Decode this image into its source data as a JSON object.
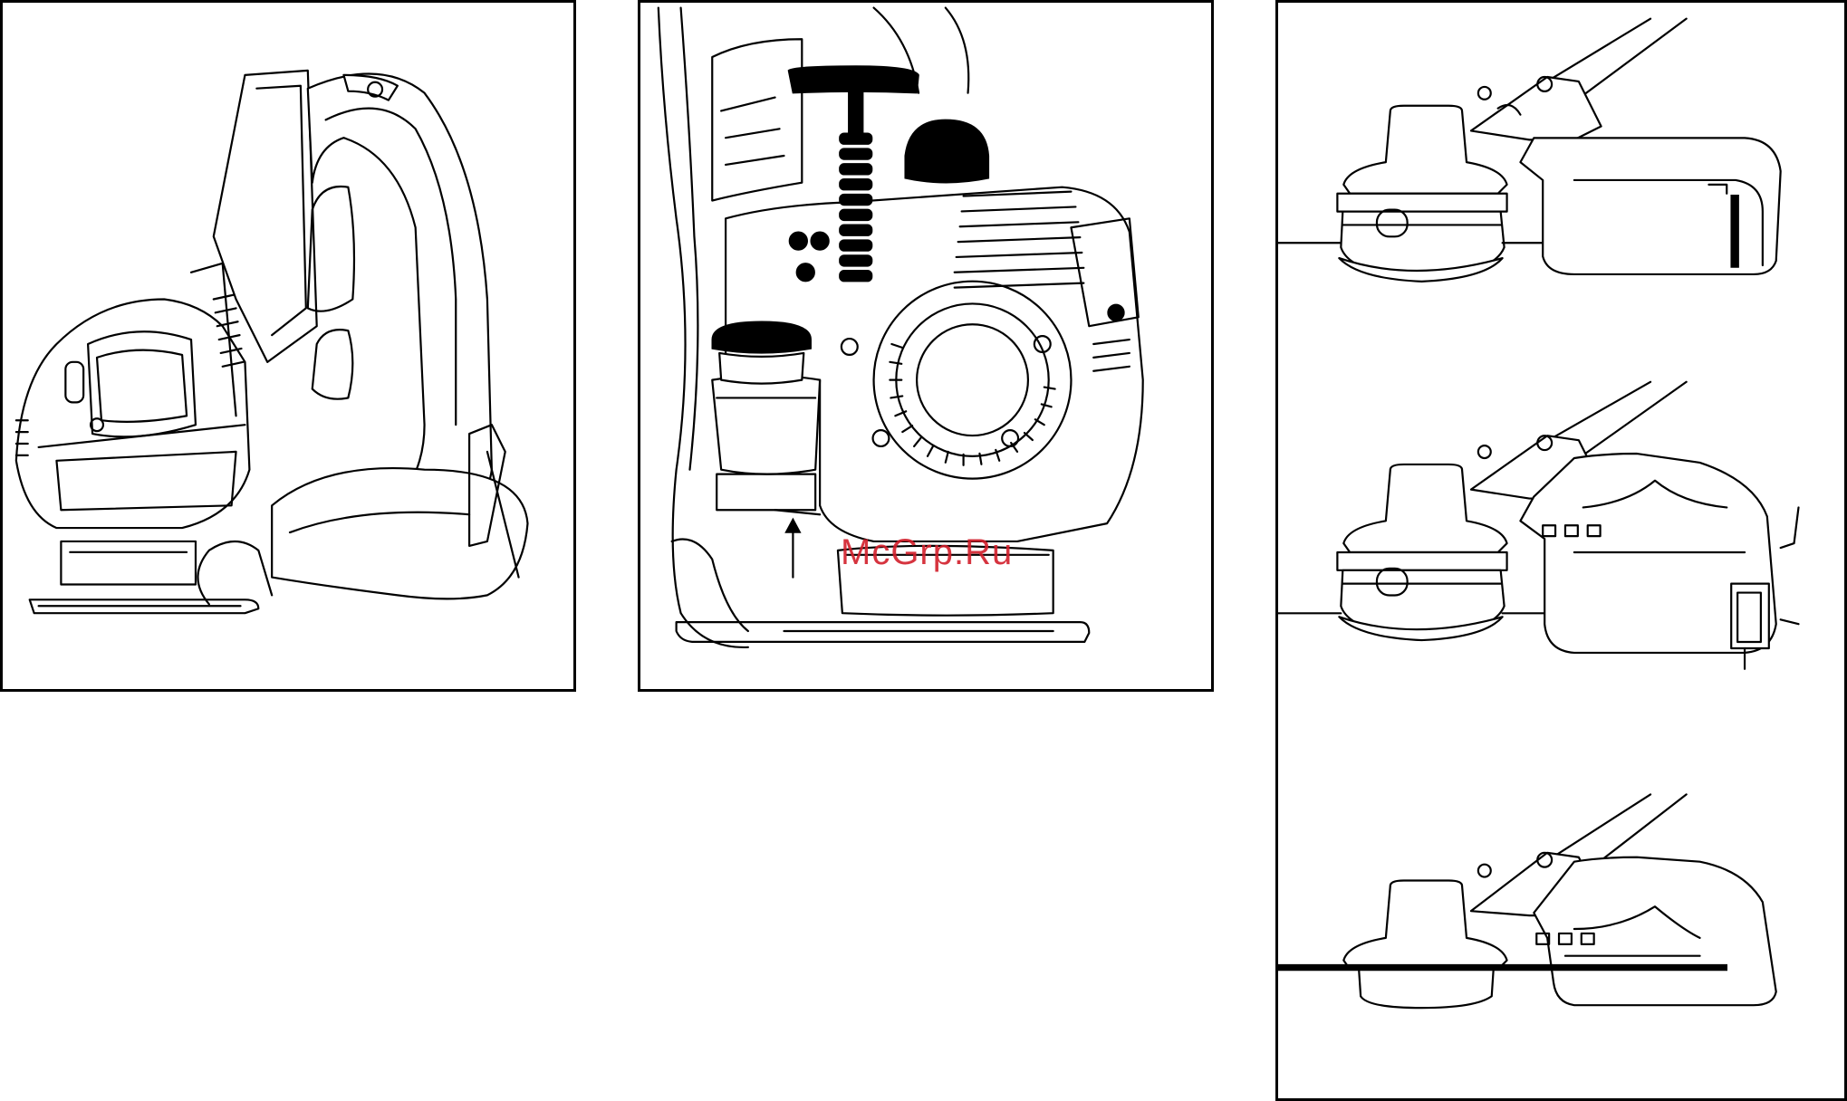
{
  "figures": [
    {
      "id": "a",
      "subject": "backpack-trimmer-engine-side-view"
    },
    {
      "id": "b",
      "subject": "engine-front-view-starter-and-fuel-cap"
    },
    {
      "id": "c",
      "subject": "trimmer-head-guard-three-positions"
    }
  ],
  "watermark": "McGrp.Ru",
  "colors": {
    "line": "#000000",
    "background": "#ffffff",
    "watermark": "#d21f2b"
  }
}
